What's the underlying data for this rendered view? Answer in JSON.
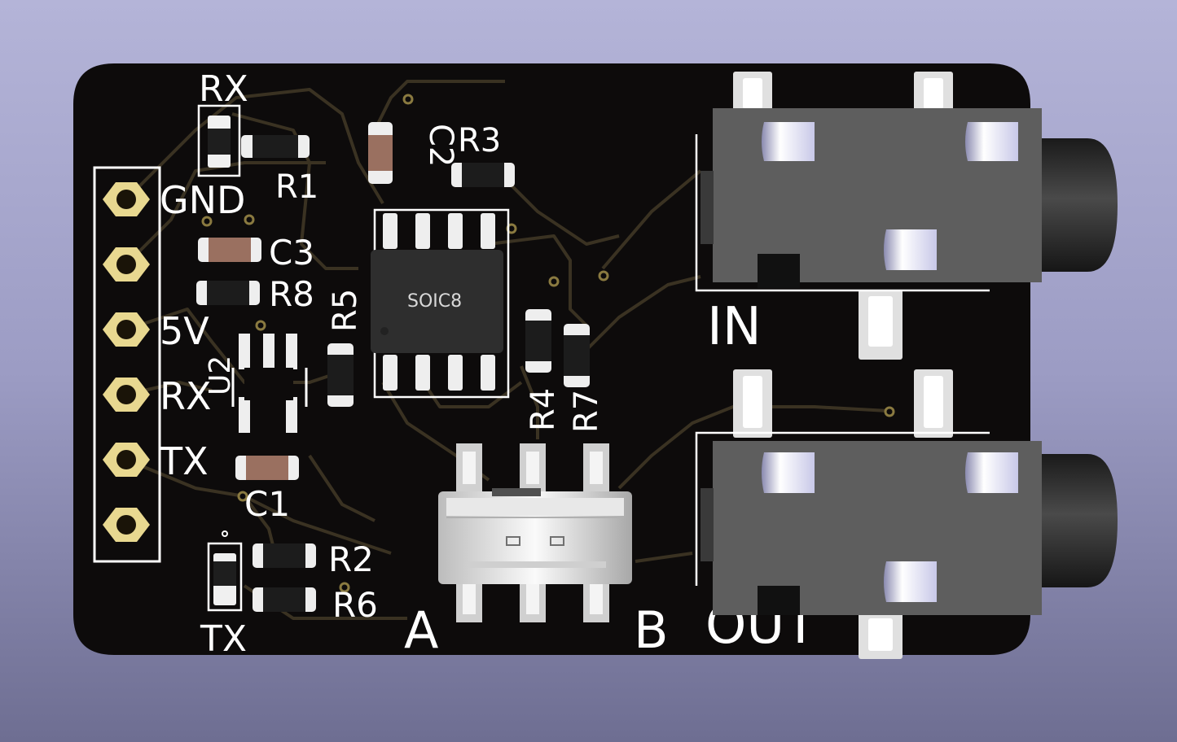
{
  "header_labels": {
    "gnd": "GND",
    "v5": "5V",
    "rx": "RX",
    "tx": "TX"
  },
  "component_labels": {
    "led_rx": "RX",
    "led_tx": "TX",
    "r1": "R1",
    "r2": "R2",
    "r3": "R3",
    "r4": "R4",
    "r5": "R5",
    "r6": "R6",
    "r7": "R7",
    "r8": "R8",
    "c1": "C1",
    "c2": "C2",
    "c3": "C3",
    "u2": "U2",
    "ic_marking": "SOIC8",
    "switch_a": "A",
    "switch_b": "B",
    "jack_in": "IN",
    "jack_out": "OUT"
  },
  "colors": {
    "board": "#0d0b0b",
    "trace": "#3a3222",
    "silkscreen": "#ffffff",
    "pad_gold": "#e8d890",
    "jack_body": "#5e5e5e",
    "ic_body": "#2e2e2e"
  }
}
